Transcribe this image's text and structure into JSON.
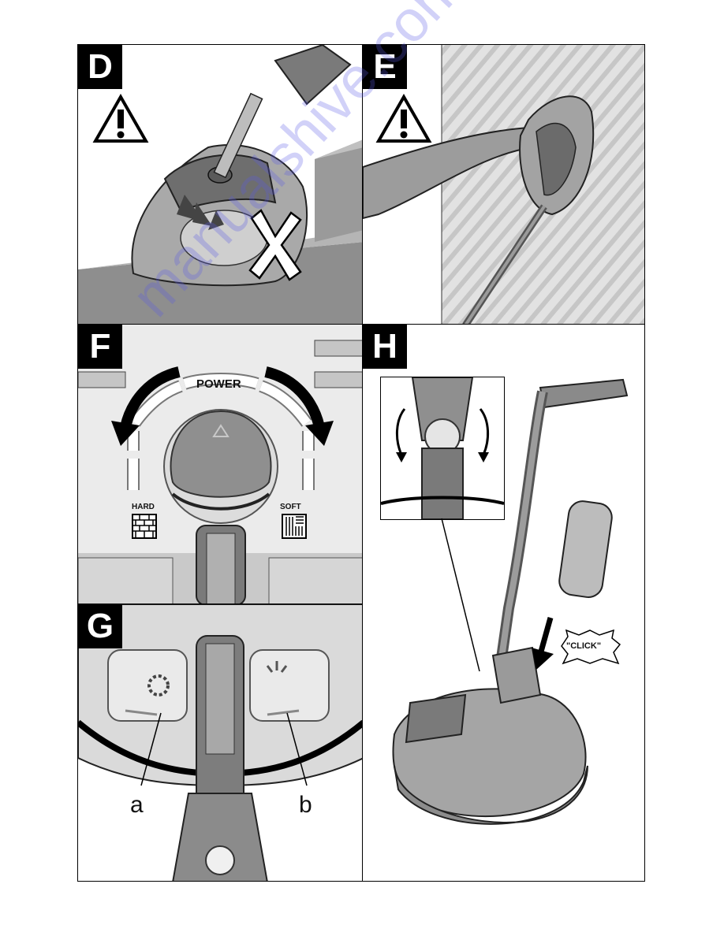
{
  "panels": {
    "d": {
      "label": "D"
    },
    "e": {
      "label": "E"
    },
    "f": {
      "label": "F",
      "power": "POWER",
      "hard": "HARD",
      "soft": "SOFT"
    },
    "g": {
      "label": "G",
      "callout_a": "a",
      "callout_b": "b"
    },
    "h": {
      "label": "H",
      "click": "\"CLICK\""
    }
  },
  "watermark": "manualshive.com",
  "icons": [
    "warning-triangle-icon",
    "cross-x-icon",
    "rotate-arrow-icon",
    "brick-hard-surface-icon",
    "wood-soft-surface-icon",
    "down-arrow-icon"
  ],
  "colors": {
    "panel_bg": "#d9d9d9",
    "device_gray": "#8a8a8a",
    "label_bg": "#000000",
    "watermark": "#5a5ae6"
  }
}
